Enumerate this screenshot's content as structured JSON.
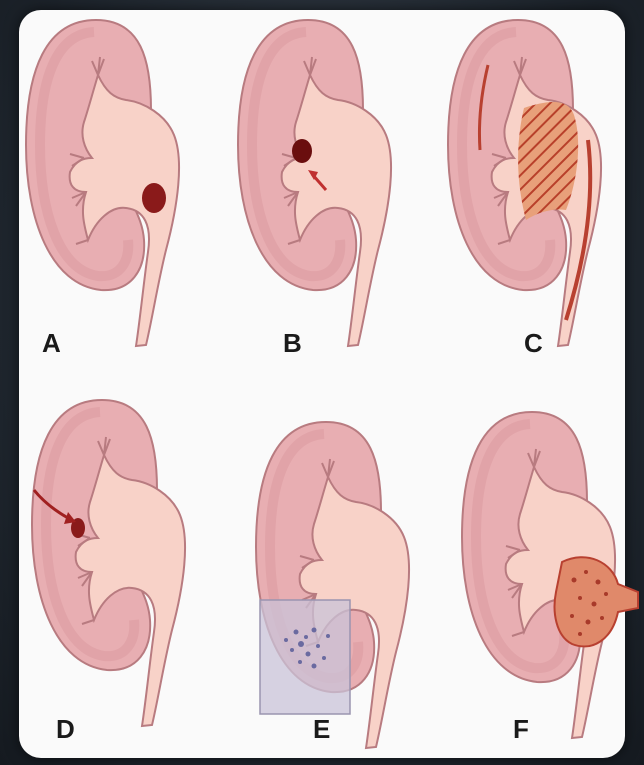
{
  "panels": [
    {
      "id": "A",
      "label": "A"
    },
    {
      "id": "B",
      "label": "B"
    },
    {
      "id": "C",
      "label": "C"
    },
    {
      "id": "D",
      "label": "D"
    },
    {
      "id": "E",
      "label": "E"
    },
    {
      "id": "F",
      "label": "F"
    }
  ],
  "colors": {
    "cortex": "#e8aeb2",
    "cortex_edge": "#b87b80",
    "pelvis": "#f8d2c8",
    "lesion": "#8a1a1a",
    "hatch": "#c04a32",
    "hatch_bg": "#e8a07a",
    "cyst_box": "#c9c3d8",
    "stone_dots": "#6a6aa0",
    "background": "#fafafa"
  }
}
